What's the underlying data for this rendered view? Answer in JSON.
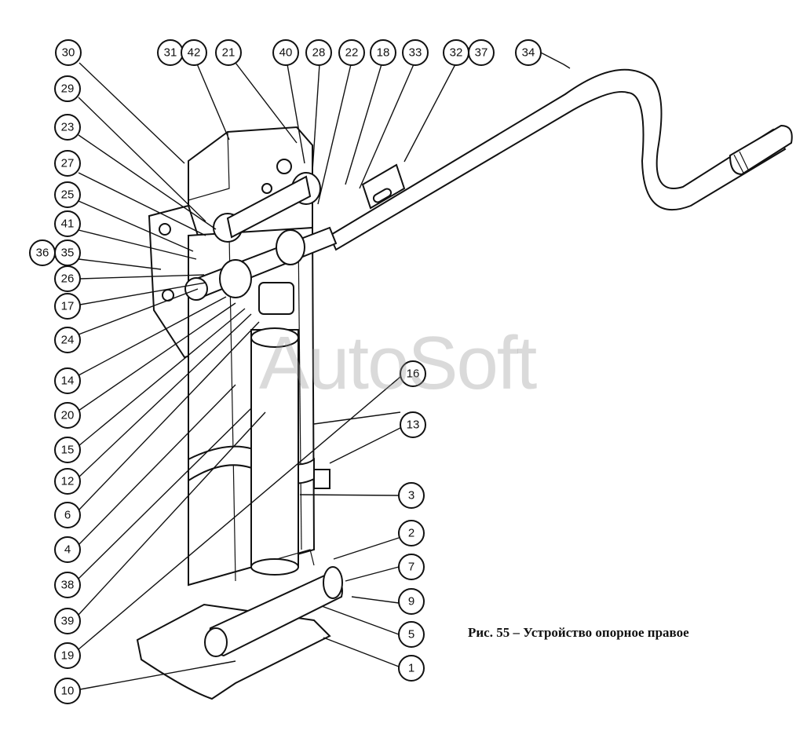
{
  "caption": "Рис. 55 – Устройство опорное правое",
  "watermark": "AutoSoft",
  "callouts": [
    "30",
    "31",
    "42",
    "21",
    "40",
    "28",
    "22",
    "18",
    "33",
    "32",
    "37",
    "34",
    "29",
    "23",
    "27",
    "25",
    "41",
    "36",
    "35",
    "26",
    "17",
    "24",
    "14",
    "20",
    "15",
    "12",
    "6",
    "4",
    "38",
    "39",
    "19",
    "10",
    "16",
    "13",
    "3",
    "2",
    "7",
    "9",
    "5",
    "1"
  ]
}
